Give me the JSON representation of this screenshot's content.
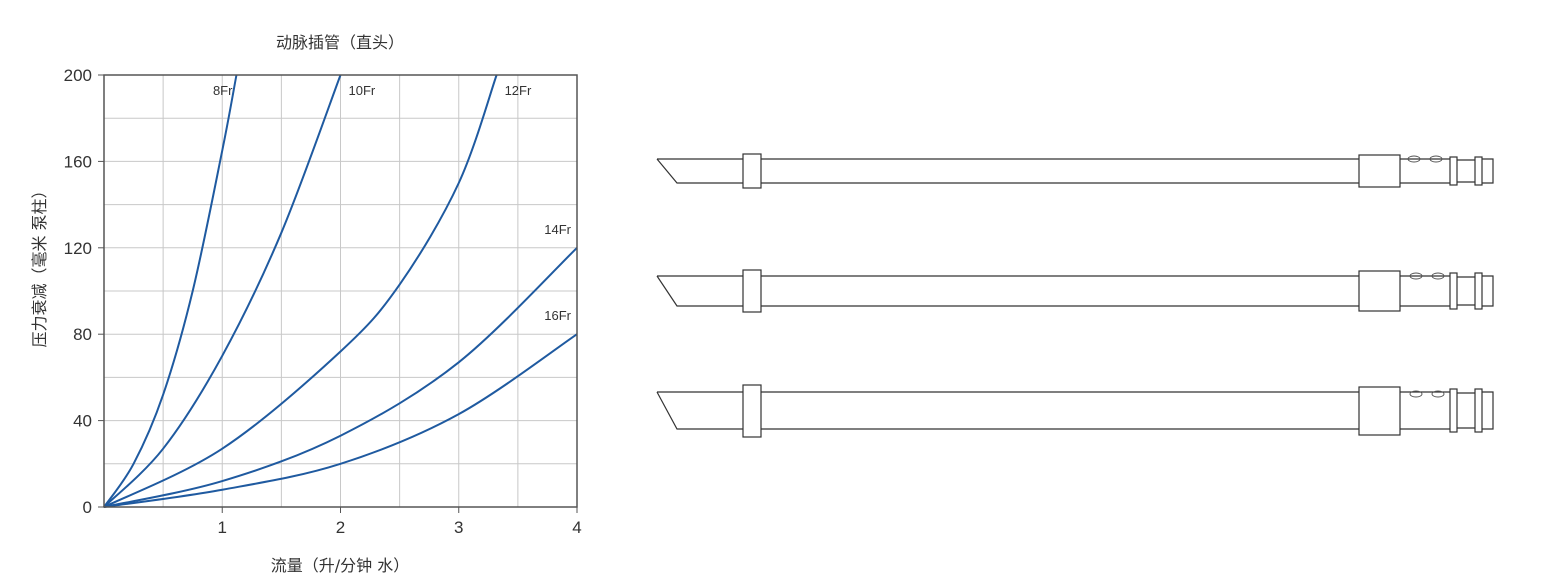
{
  "chart_data": {
    "type": "line",
    "title": "动脉插管（直头）",
    "xlabel": "流量（升/分钟 水）",
    "ylabel": "压力衰减（毫米 泵柱）",
    "xlim": [
      0,
      4
    ],
    "ylim": [
      0,
      200
    ],
    "xticks": [
      1,
      2,
      3,
      4
    ],
    "xtick_labels": [
      "1",
      "2",
      "3",
      "4"
    ],
    "yticks": [
      0,
      40,
      80,
      120,
      160,
      200
    ],
    "ytick_labels": [
      "0",
      "40",
      "80",
      "120",
      "160",
      "200"
    ],
    "x_minor_gridlines": [
      0.5,
      1,
      1.5,
      2,
      2.5,
      3,
      3.5
    ],
    "y_minor_gridlines": [
      20,
      40,
      60,
      80,
      100,
      120,
      140,
      160,
      180
    ],
    "grid": true,
    "legend": "none",
    "line_color": "#1f5aa0",
    "series": [
      {
        "name": "8Fr",
        "x": [
          0,
          0.25,
          0.5,
          0.75,
          1.0,
          1.12
        ],
        "y": [
          0,
          20,
          52,
          100,
          165,
          200
        ]
      },
      {
        "name": "10Fr",
        "x": [
          0,
          0.5,
          1.0,
          1.5,
          2.0
        ],
        "y": [
          0,
          27,
          70,
          127,
          200
        ]
      },
      {
        "name": "12Fr",
        "x": [
          0,
          1.0,
          2.0,
          2.5,
          3.0,
          3.32
        ],
        "y": [
          0,
          27,
          72,
          103,
          150,
          200
        ]
      },
      {
        "name": "14Fr",
        "x": [
          0,
          1.0,
          2.0,
          3.0,
          4.0
        ],
        "y": [
          0,
          12,
          33,
          67,
          120
        ]
      },
      {
        "name": "16Fr",
        "x": [
          0,
          1.0,
          2.0,
          3.0,
          4.0
        ],
        "y": [
          0,
          8,
          20,
          43,
          80
        ]
      }
    ]
  },
  "illustration": {
    "cannulas": [
      "cannula-small",
      "cannula-medium",
      "cannula-large"
    ]
  }
}
